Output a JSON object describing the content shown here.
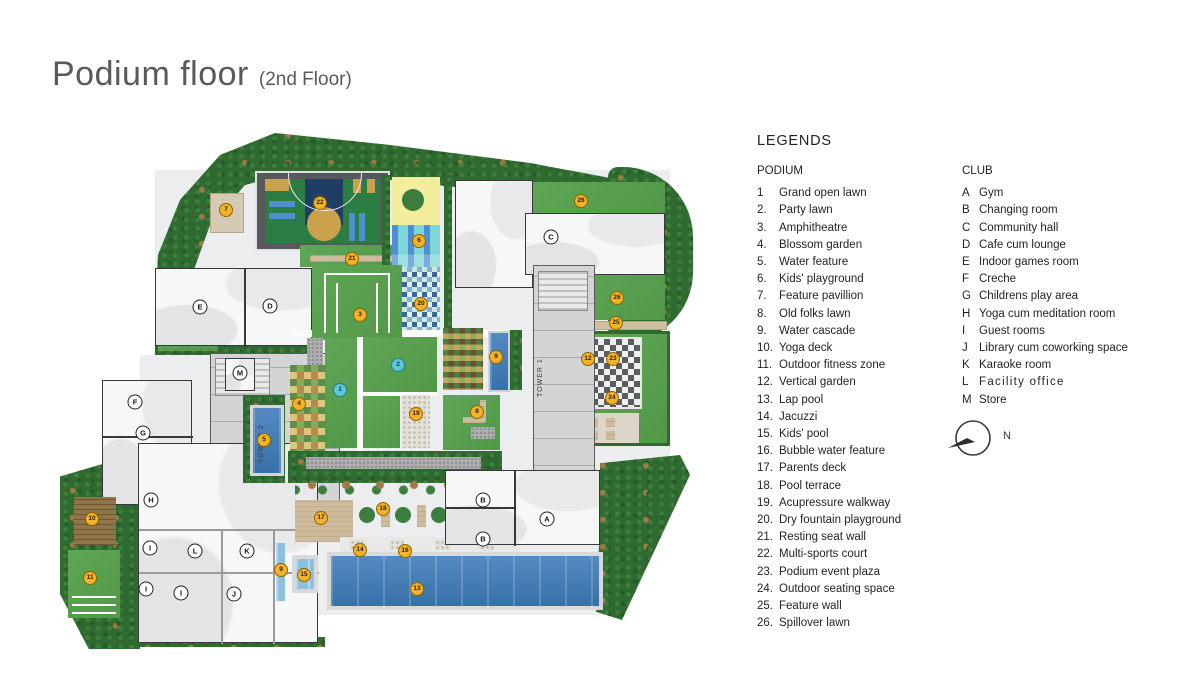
{
  "title": {
    "main": "Podium floor",
    "sub": "(2nd Floor)"
  },
  "legends": {
    "heading": "LEGENDS",
    "podium": {
      "heading": "PODIUM",
      "items": [
        {
          "num": "1",
          "label": "Grand open lawn"
        },
        {
          "num": "2.",
          "label": "Party lawn"
        },
        {
          "num": "3.",
          "label": "Amphitheatre"
        },
        {
          "num": "4.",
          "label": "Blossom garden"
        },
        {
          "num": "5.",
          "label": "Water feature"
        },
        {
          "num": "6.",
          "label": "Kids' playground"
        },
        {
          "num": "7.",
          "label": "Feature pavillion"
        },
        {
          "num": "8.",
          "label": "Old folks lawn"
        },
        {
          "num": "9.",
          "label": "Water cascade"
        },
        {
          "num": "10.",
          "label": "Yoga deck"
        },
        {
          "num": "11.",
          "label": "Outdoor fitness zone"
        },
        {
          "num": "12.",
          "label": "Vertical garden"
        },
        {
          "num": "13.",
          "label": "Lap pool"
        },
        {
          "num": "14.",
          "label": "Jacuzzi"
        },
        {
          "num": "15.",
          "label": "Kids' pool"
        },
        {
          "num": "16.",
          "label": "Bubble water feature"
        },
        {
          "num": "17.",
          "label": "Parents deck"
        },
        {
          "num": "18.",
          "label": "Pool terrace"
        },
        {
          "num": "19.",
          "label": "Acupressure walkway"
        },
        {
          "num": "20.",
          "label": "Dry fountain playground"
        },
        {
          "num": "21.",
          "label": "Resting seat wall"
        },
        {
          "num": "22.",
          "label": "Multi-sports court"
        },
        {
          "num": "23.",
          "label": "Podium event plaza"
        },
        {
          "num": "24.",
          "label": "Outdoor seating space"
        },
        {
          "num": "25.",
          "label": "Feature wall"
        },
        {
          "num": "26.",
          "label": "Spillover lawn"
        }
      ]
    },
    "club": {
      "heading": "CLUB",
      "items": [
        {
          "key": "A",
          "label": "Gym"
        },
        {
          "key": "B",
          "label": "Changing room"
        },
        {
          "key": "C",
          "label": "Community hall"
        },
        {
          "key": "D",
          "label": "Cafe cum lounge"
        },
        {
          "key": "E",
          "label": "Indoor games room"
        },
        {
          "key": "F",
          "label": "Creche"
        },
        {
          "key": "G",
          "label": "Childrens play area"
        },
        {
          "key": "H",
          "label": "Yoga cum meditation room"
        },
        {
          "key": "I",
          "label": "Guest rooms"
        },
        {
          "key": "J",
          "label": "Library cum coworking space"
        },
        {
          "key": "K",
          "label": "Karaoke room"
        },
        {
          "key": "L",
          "label": "Facility office"
        },
        {
          "key": "M",
          "label": "Store"
        }
      ]
    }
  },
  "compass": {
    "label": "N"
  },
  "plan": {
    "tower1": "TOWER 1",
    "tower2": "TOWER 2",
    "markers": [
      {
        "label": "7"
      },
      {
        "label": "22"
      },
      {
        "label": "21"
      },
      {
        "label": "26"
      },
      {
        "label": "26"
      },
      {
        "label": "25"
      },
      {
        "label": "12"
      },
      {
        "label": "23"
      },
      {
        "label": "24"
      },
      {
        "label": "3"
      },
      {
        "label": "6"
      },
      {
        "label": "20"
      },
      {
        "label": "4"
      },
      {
        "label": "5"
      },
      {
        "label": "9"
      },
      {
        "label": "19"
      },
      {
        "label": "8"
      },
      {
        "label": "9"
      },
      {
        "label": "10"
      },
      {
        "label": "11"
      },
      {
        "label": "17"
      },
      {
        "label": "18"
      },
      {
        "label": "14"
      },
      {
        "label": "16"
      },
      {
        "label": "15"
      },
      {
        "label": "13"
      },
      {
        "label": "1"
      },
      {
        "label": "2"
      },
      {
        "label": "C"
      },
      {
        "label": "E"
      },
      {
        "label": "D"
      },
      {
        "label": "M"
      },
      {
        "label": "F"
      },
      {
        "label": "G"
      },
      {
        "label": "H"
      },
      {
        "label": "I"
      },
      {
        "label": "L"
      },
      {
        "label": "K"
      },
      {
        "label": "I"
      },
      {
        "label": "I"
      },
      {
        "label": "J"
      },
      {
        "label": "B"
      },
      {
        "label": "B"
      },
      {
        "label": "A"
      }
    ]
  }
}
